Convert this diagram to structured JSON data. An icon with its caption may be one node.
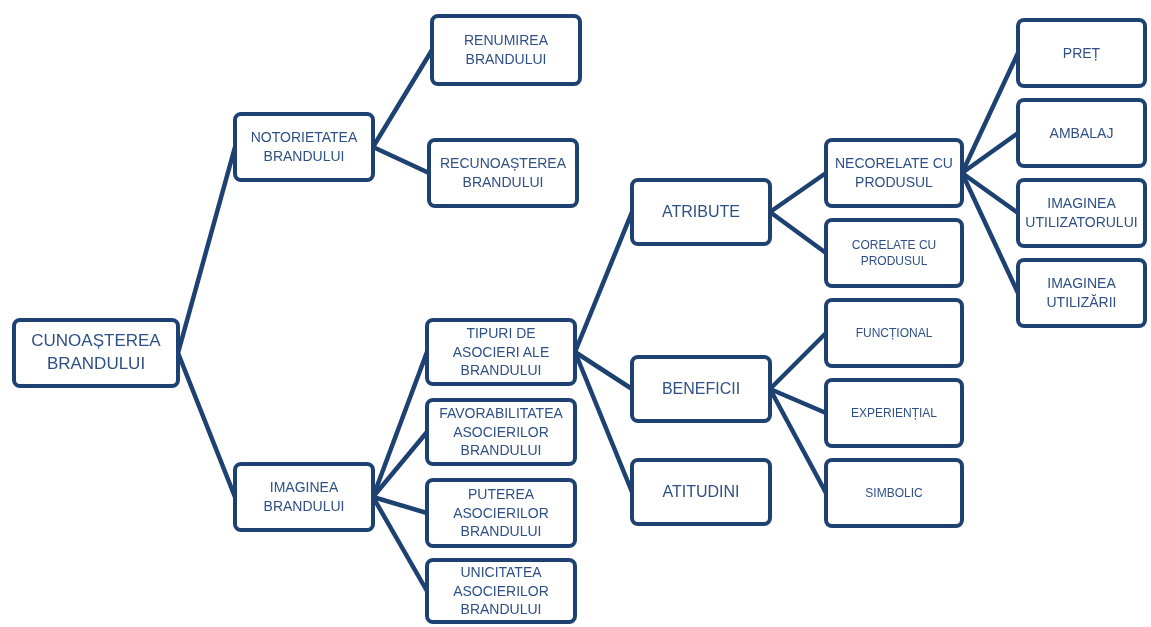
{
  "diagram": {
    "nodes": [
      {
        "text": [
          "CUNOAȘTEREA BRANDULUI"
        ]
      },
      {
        "text": [
          "NOTORIETATEA BRANDULUI"
        ]
      },
      {
        "text": [
          "IMAGINEA BRANDULUI"
        ]
      },
      {
        "text": [
          "RENUMIREA BRANDULUI"
        ]
      },
      {
        "text": [
          "RECUNOAȘTEREA BRANDULUI"
        ]
      },
      {
        "text": [
          "TIPURI DE ASOCIERI ALE BRANDULUI"
        ]
      },
      {
        "text": [
          "FAVORABILITATEA ASOCIERILOR BRANDULUI"
        ]
      },
      {
        "text": [
          "PUTEREA ASOCIERILOR BRANDULUI"
        ]
      },
      {
        "text": [
          "UNICITATEA ASOCIERILOR BRANDULUI"
        ]
      },
      {
        "text": [
          "ATRIBUTE"
        ]
      },
      {
        "text": [
          "BENEFICII"
        ]
      },
      {
        "text": [
          "ATITUDINI"
        ]
      },
      {
        "text": [
          "NECORELATE CU PRODUSUL"
        ]
      },
      {
        "text": [
          "CORELATE CU PRODUSUL"
        ]
      },
      {
        "text": [
          "FUNCȚIONAL"
        ]
      },
      {
        "text": [
          "EXPERIENȚIAL"
        ]
      },
      {
        "text": [
          "SIMBOLIC"
        ]
      },
      {
        "text": [
          "PREȚ"
        ]
      },
      {
        "text": [
          "AMBALAJ"
        ]
      },
      {
        "text": [
          "IMAGINEA UTILIZATORULUI"
        ]
      },
      {
        "text": [
          "IMAGINEA UTILIZĂRII"
        ]
      }
    ],
    "edges": [
      {
        "from": 0,
        "to": 1,
        "arrow": "none"
      },
      {
        "from": 0,
        "to": 2,
        "arrow": "none"
      },
      {
        "from": 1,
        "to": 3,
        "arrow": "none"
      },
      {
        "from": 1,
        "to": 4,
        "arrow": "none"
      },
      {
        "from": 2,
        "to": 5,
        "arrow": "none"
      },
      {
        "from": 2,
        "to": 6,
        "arrow": "none"
      },
      {
        "from": 2,
        "to": 7,
        "arrow": "none"
      },
      {
        "from": 2,
        "to": 8,
        "arrow": "none"
      },
      {
        "from": 5,
        "to": 9,
        "arrow": "none"
      },
      {
        "from": 5,
        "to": 10,
        "arrow": "none"
      },
      {
        "from": 5,
        "to": 11,
        "arrow": "none"
      },
      {
        "from": 9,
        "to": 12,
        "arrow": "none"
      },
      {
        "from": 9,
        "to": 13,
        "arrow": "none"
      },
      {
        "from": 10,
        "to": 14,
        "arrow": "none"
      },
      {
        "from": 10,
        "to": 15,
        "arrow": "none"
      },
      {
        "from": 10,
        "to": 16,
        "arrow": "none"
      },
      {
        "from": 12,
        "to": 17,
        "arrow": "none"
      },
      {
        "from": 12,
        "to": 18,
        "arrow": "none"
      },
      {
        "from": 12,
        "to": 19,
        "arrow": "none"
      },
      {
        "from": 12,
        "to": 20,
        "arrow": "none"
      }
    ]
  }
}
